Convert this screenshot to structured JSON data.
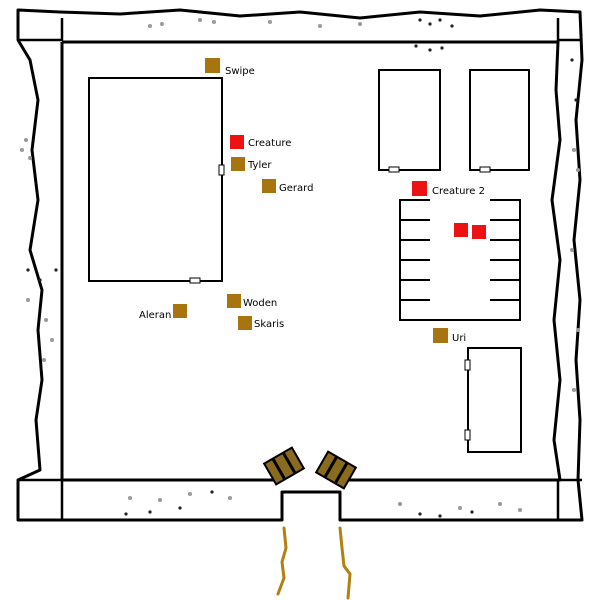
{
  "colors": {
    "wall": "#000000",
    "floor": "#ffffff",
    "rubble_dark": "#222222",
    "rubble_light": "#999999",
    "ally": "#a87410",
    "enemy": "#ee1111",
    "door": "#8a6a1e",
    "trail": "#b08010"
  },
  "tokens": {
    "swipe": {
      "label": "Swipe",
      "kind": "ally"
    },
    "creature": {
      "label": "Creature",
      "kind": "enemy"
    },
    "tyler": {
      "label": "Tyler",
      "kind": "ally"
    },
    "gerard": {
      "label": "Gerard",
      "kind": "ally"
    },
    "creature2": {
      "label": "Creature 2",
      "kind": "enemy"
    },
    "aleran": {
      "label": "Aleran",
      "kind": "ally"
    },
    "woden": {
      "label": "Woden",
      "kind": "ally"
    },
    "skaris": {
      "label": "Skaris",
      "kind": "ally"
    },
    "uri": {
      "label": "Uri",
      "kind": "ally"
    },
    "enemy_a": {
      "label": "",
      "kind": "enemy"
    },
    "enemy_b": {
      "label": "",
      "kind": "enemy"
    }
  }
}
